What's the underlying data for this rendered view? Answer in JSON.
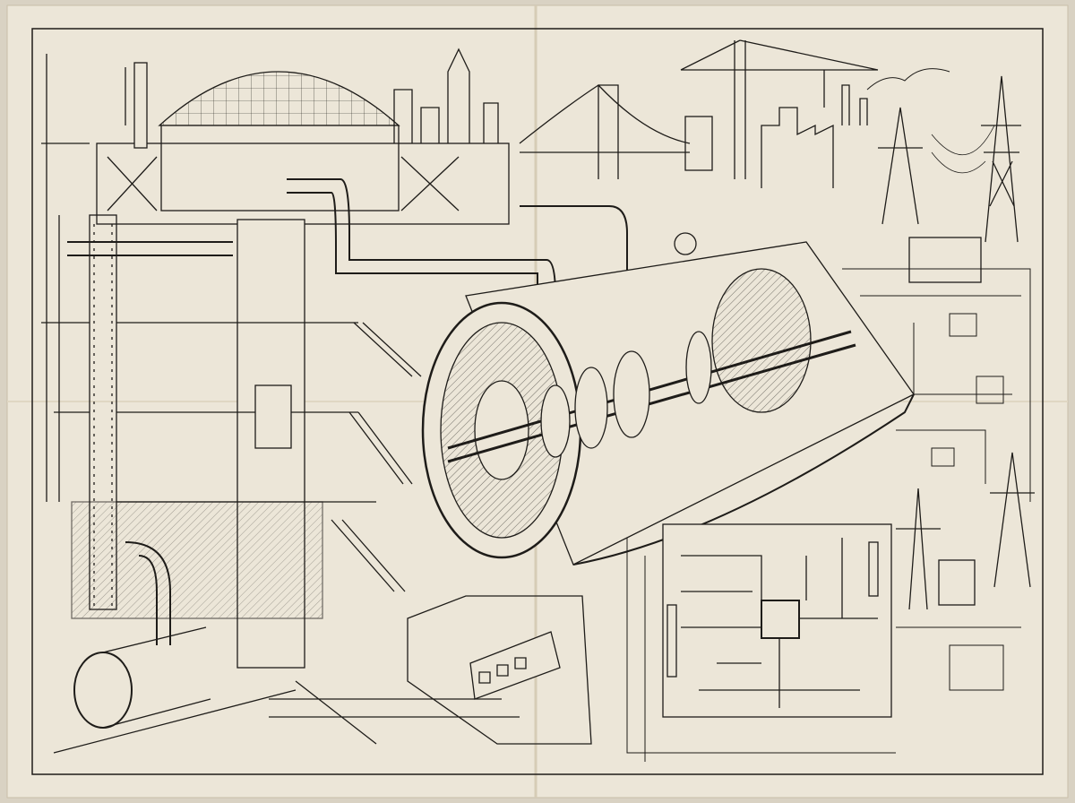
{
  "illustration": {
    "subject": "industrial-technical-sketch",
    "palette": {
      "paper": "#ece6d8",
      "ink": "#1e1c19",
      "edge": "#cfc6b2"
    },
    "elements": [
      "domed-plant-building",
      "scaffold-tower",
      "pipes",
      "city-skyline",
      "suspension-bridge",
      "construction-crane",
      "factory-smokestacks",
      "power-pylons",
      "transformer",
      "cutaway-turbine",
      "circuit-board",
      "subway-train",
      "underground-tunnel",
      "staircases",
      "schematic-wiring"
    ]
  }
}
